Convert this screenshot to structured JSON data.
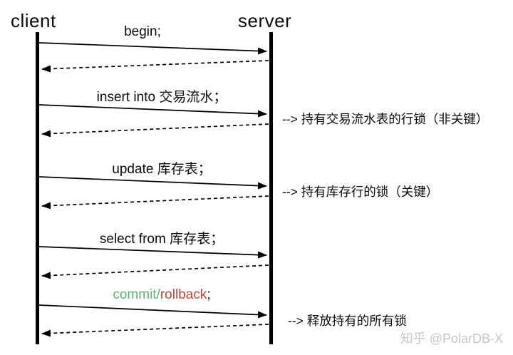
{
  "diagram": {
    "client_label": "client",
    "server_label": "server",
    "messages": [
      {
        "label": "begin;",
        "annotation": ""
      },
      {
        "label": "insert into 交易流水；",
        "annotation": "--> 持有交易流水表的行锁（非关键）"
      },
      {
        "label": "update 库存表；",
        "annotation": "--> 持有库存行的锁（关键）"
      },
      {
        "label": "select from 库存表；",
        "annotation": ""
      },
      {
        "label_green": "commit/",
        "label_red": "rollback",
        "label_suffix": "; ",
        "annotation": "--> 释放持有的所有锁"
      }
    ],
    "watermark": "知乎 @PolarDB-X",
    "colors": {
      "commit_green": "#5cb570",
      "rollback_red": "#c0473c",
      "line_black": "#000000",
      "watermark_gray": "#c6c6c6"
    }
  }
}
